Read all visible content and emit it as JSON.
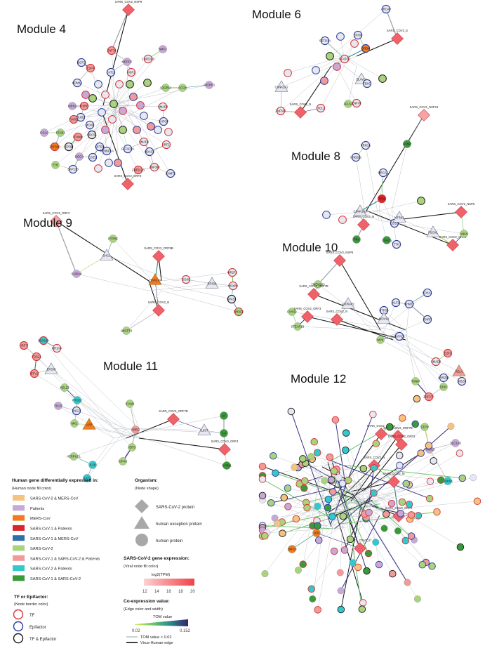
{
  "colors": {
    "sarscov2_mers": "#f6c27f",
    "patients": "#c6a9d6",
    "mers": "#f07c1f",
    "sars1_patients": "#d7262c",
    "sars1_mers": "#2d6fa6",
    "sarscov2": "#a9d37c",
    "sars1_sars2_patients": "#f19a9a",
    "sars2_patients": "#33c8cc",
    "sars1_sars2": "#3a9a3a",
    "plain": "#e6e7ef",
    "virus": "#f0626a",
    "virus_light": "#f6a3a3",
    "tf_border": "#d4363b",
    "epi_border": "#2d3d9a",
    "both_border": "#1a1a1a",
    "edge": "#9aa0a6"
  },
  "modules": [
    {
      "id": "m4",
      "title": "Module 4",
      "nodes": [
        {
          "label": "SARS_COV2_NSP9",
          "shape": "diamond",
          "fill": "virus"
        },
        {
          "label": "ZNF70",
          "fill": "sars1_sars2_patients",
          "border": "tf"
        },
        {
          "label": "MEPCE",
          "fill": "patients"
        },
        {
          "label": "ZNF524B",
          "fill": "plain",
          "border": "tf"
        },
        {
          "label": "NRF1",
          "fill": "patients"
        },
        {
          "label": "BOT1",
          "fill": "plain",
          "border": "epi"
        },
        {
          "label": "E2F4",
          "fill": "sars1_sars2_patients",
          "border": "tf"
        },
        {
          "label": "CAT12",
          "fill": "plain",
          "border": "epi"
        },
        {
          "label": "KDM4A",
          "fill": "plain",
          "border": "epi"
        },
        {
          "label": "HSF1",
          "fill": "plain",
          "border": "tf"
        },
        {
          "label": "ADGRL1",
          "fill": "sarscov2"
        },
        {
          "label": "ACO4",
          "fill": "sarscov2"
        },
        {
          "label": "ARFRP1",
          "fill": "patients"
        },
        {
          "label": "MEN2",
          "fill": "patients"
        },
        {
          "label": "RXRB",
          "fill": "sars1_sars2_patients",
          "border": "tf"
        },
        {
          "label": "BUB1",
          "fill": "plain",
          "border": "epi"
        },
        {
          "label": "SMAD3",
          "fill": "plain",
          "border": "tf"
        },
        {
          "label": "CHTOP",
          "fill": "plain",
          "border": "epi"
        },
        {
          "label": "CGA2",
          "fill": "patients"
        },
        {
          "label": "STAB1",
          "fill": "sarscov2"
        },
        {
          "label": "RXRB",
          "fill": "sars1_sars2_patients",
          "border": "tf"
        },
        {
          "label": "MCM3",
          "fill": "plain",
          "border": "epi"
        },
        {
          "label": "CDC5L",
          "fill": "plain",
          "border": "both"
        },
        {
          "label": "SETD1",
          "fill": "plain",
          "border": "epi"
        },
        {
          "label": "ZNF692",
          "fill": "mers",
          "border": "tf"
        },
        {
          "label": "SP3B",
          "fill": "plain",
          "border": "both"
        },
        {
          "label": "FOXM2",
          "fill": "sars1_sars2_patients",
          "border": "tf"
        },
        {
          "label": "MYBBP1A",
          "fill": "plain",
          "border": "epi"
        },
        {
          "label": "GATAD2A",
          "fill": "plain",
          "border": "epi"
        },
        {
          "label": "HDAC2",
          "fill": "plain",
          "border": "epi"
        },
        {
          "label": "IRF2",
          "fill": "plain",
          "border": "tf"
        },
        {
          "label": "TTR",
          "fill": "sarscov2"
        },
        {
          "label": "DOCA",
          "fill": "patients"
        },
        {
          "label": "SAP130",
          "fill": "plain",
          "border": "epi"
        },
        {
          "label": "CDE1",
          "fill": "plain",
          "border": "epi"
        },
        {
          "label": "SMAD1",
          "fill": "plain",
          "border": "tf"
        },
        {
          "label": "ZNF512B",
          "fill": "sars1_sars2_patients",
          "border": "tf"
        },
        {
          "label": "ZNF398",
          "fill": "plain",
          "border": "tf"
        },
        {
          "label": "EHMT2",
          "fill": "plain",
          "border": "epi"
        },
        {
          "label": "SARS_COV2_ORF8",
          "shape": "diamond",
          "fill": "virus"
        }
      ]
    },
    {
      "id": "m6",
      "title": "Module 6",
      "nodes": [
        {
          "label": "ARCAP",
          "fill": "plain",
          "border": "epi"
        },
        {
          "label": "EP300",
          "fill": "plain",
          "border": "epi"
        },
        {
          "label": "SARS_COV2_E",
          "shape": "diamond",
          "fill": "virus"
        },
        {
          "label": "BRD4",
          "fill": "mers",
          "border": "epi"
        },
        {
          "label": "SETD1A",
          "fill": "plain",
          "border": "epi"
        },
        {
          "label": "NFATC2",
          "fill": "plain",
          "border": "tf"
        },
        {
          "label": "ELAVL1",
          "shape": "triangle",
          "fill": "plain"
        },
        {
          "label": "FBXO",
          "fill": "plain",
          "border": "epi"
        },
        {
          "label": "CSNK2A2",
          "shape": "triangle",
          "fill": "plain"
        },
        {
          "label": "SARS_COV2_N",
          "shape": "diamond",
          "fill": "virus"
        },
        {
          "label": "ZNF507",
          "fill": "plain",
          "border": "tf"
        },
        {
          "label": "AFLS2",
          "fill": "sarscov2"
        },
        {
          "label": "ZNF76",
          "fill": "plain",
          "border": "tf"
        },
        {
          "label": "HICL1",
          "fill": "plain",
          "border": "tf"
        }
      ]
    },
    {
      "id": "m8",
      "title": "Module 8",
      "nodes": [
        {
          "label": "SARS_COV2_NSP13",
          "shape": "diamond",
          "fill": "virus_light"
        },
        {
          "label": "PRKCA",
          "fill": "plain",
          "border": "epi"
        },
        {
          "label": "GSMP",
          "fill": "sars1_sars2"
        },
        {
          "label": "GNB2L1",
          "fill": "plain",
          "border": "epi"
        },
        {
          "label": "BRCA1",
          "fill": "plain",
          "border": "epi"
        },
        {
          "label": "TP53",
          "fill": "sars1_patients",
          "border": "tf"
        },
        {
          "label": "CDS1",
          "fill": "plain",
          "border": "epi"
        },
        {
          "label": "CSNK2A2",
          "shape": "triangle",
          "fill": "plain"
        },
        {
          "label": "NTRK1",
          "shape": "triangle",
          "fill": "plain"
        },
        {
          "label": "SARS_COV2_N",
          "shape": "diamond",
          "fill": "virus"
        },
        {
          "label": "FSCN1",
          "shape": "triangle",
          "fill": "plain"
        },
        {
          "label": "SARS_COV2_NSP6",
          "shape": "diamond",
          "fill": "virus"
        },
        {
          "label": "SARS_COV2_ORF3",
          "shape": "diamond",
          "fill": "virus"
        },
        {
          "label": "ANLN",
          "fill": "sarscov2"
        },
        {
          "label": "TTK",
          "fill": "plain",
          "border": "epi"
        },
        {
          "label": "PRK",
          "fill": "sars1_sars2"
        },
        {
          "label": "LGALS",
          "fill": "sars1_sars2"
        }
      ]
    },
    {
      "id": "m9",
      "title": "Module 9",
      "nodes": [
        {
          "label": "SARS_COV2_ORF3",
          "shape": "diamond",
          "fill": "virus_light"
        },
        {
          "label": "PTPRE",
          "fill": "sarscov2"
        },
        {
          "label": "SHC1",
          "shape": "triangle",
          "fill": "plain"
        },
        {
          "label": "S100A8",
          "fill": "patients"
        },
        {
          "label": "SARS_COV2_ORF9B",
          "shape": "diamond",
          "fill": "virus"
        },
        {
          "label": "HSPA1A",
          "shape": "triangle",
          "fill": "mers"
        },
        {
          "label": "SARS_COV2_N",
          "shape": "diamond",
          "fill": "virus"
        },
        {
          "label": "ANGPT4",
          "fill": "sarscov2"
        },
        {
          "label": "SOX5",
          "fill": "plain",
          "border": "tf"
        },
        {
          "label": "EP300",
          "shape": "triangle",
          "fill": "plain"
        },
        {
          "label": "MR2F2",
          "fill": "plain",
          "border": "tf"
        },
        {
          "label": "HOXB9",
          "fill": "plain",
          "border": "tf"
        },
        {
          "label": "SPAS1",
          "fill": "plain",
          "border": "both"
        },
        {
          "label": "NR3C2",
          "fill": "sarscov2",
          "border": "tf"
        }
      ]
    },
    {
      "id": "m10",
      "title": "Module 10",
      "nodes": [
        {
          "label": "SARS_COV2_NSP6",
          "shape": "diamond",
          "fill": "virus"
        },
        {
          "label": "TMEM165",
          "fill": "sarscov2"
        },
        {
          "label": "SARS_COV2_ORF7B",
          "shape": "diamond",
          "fill": "virus"
        },
        {
          "label": "ATP6AP1",
          "shape": "triangle",
          "fill": "plain"
        },
        {
          "label": "FXYD2",
          "fill": "sarscov2"
        },
        {
          "label": "SARS_COV2_ORF3",
          "shape": "diamond",
          "fill": "virus"
        },
        {
          "label": "STEAP1B",
          "fill": "sarscov2"
        },
        {
          "label": "SARS_COV2_N",
          "shape": "diamond",
          "fill": "virus"
        },
        {
          "label": "RTF6B",
          "fill": "plain",
          "border": "epi"
        },
        {
          "label": "KLF2",
          "fill": "plain",
          "border": "epi"
        },
        {
          "label": "MOV10",
          "shape": "triangle",
          "fill": "plain"
        },
        {
          "label": "GHMT2",
          "fill": "plain",
          "border": "epi"
        },
        {
          "label": "FOXA1",
          "fill": "plain",
          "border": "epi"
        },
        {
          "label": "GATAD1",
          "fill": "plain",
          "border": "epi"
        },
        {
          "label": "MVK",
          "fill": "sarscov2"
        },
        {
          "label": "TNRF",
          "fill": "plain",
          "border": "epi"
        },
        {
          "label": "E2F1",
          "fill": "sars1_sars2_patients",
          "border": "tf"
        },
        {
          "label": "SMAD3",
          "fill": "plain",
          "border": "tf"
        },
        {
          "label": "LRRZ08",
          "fill": "plain",
          "border": "epi"
        },
        {
          "label": "RELA",
          "shape": "triangle",
          "fill": "sars1_sars2_patients"
        },
        {
          "label": "TXNIP",
          "fill": "sarscov2"
        },
        {
          "label": "IKBZH",
          "fill": "plain",
          "border": "epi"
        },
        {
          "label": "DDIC",
          "fill": "sarscov2"
        },
        {
          "label": "ZNF277",
          "fill": "sars1_sars2_patients",
          "border": "tf"
        }
      ]
    },
    {
      "id": "m11",
      "title": "Module 11",
      "nodes": [
        {
          "label": "SOX13A",
          "fill": "sars2_patients",
          "border": "tf"
        },
        {
          "label": "IRF7",
          "fill": "sars1_sars2_patients",
          "border": "tf"
        },
        {
          "label": "NR1H4",
          "fill": "plain",
          "border": "tf"
        },
        {
          "label": "FOSL1",
          "fill": "sars1_sars2_patients",
          "border": "tf"
        },
        {
          "label": "EP300",
          "shape": "triangle",
          "fill": "plain"
        },
        {
          "label": "ETV1",
          "fill": "sars1_sars2_patients",
          "border": "tf"
        },
        {
          "label": "HELZ2",
          "fill": "sarscov2"
        },
        {
          "label": "PTGS2",
          "fill": "sars2_patients"
        },
        {
          "label": "ICAM1",
          "fill": "sarscov2"
        },
        {
          "label": "TIC15",
          "fill": "patients"
        },
        {
          "label": "ING2",
          "fill": "plain",
          "border": "epi"
        },
        {
          "label": "MX1",
          "fill": "sarscov2"
        },
        {
          "label": "AREG",
          "fill": "sars1_sars2_patients"
        },
        {
          "label": "SARS_COV2_ORF7B",
          "shape": "diamond",
          "fill": "virus"
        },
        {
          "label": "IL6ST",
          "shape": "triangle",
          "fill": "plain"
        },
        {
          "label": "LIF",
          "fill": "sars1_sars2"
        },
        {
          "label": "IL6",
          "fill": "sars1_sars2"
        },
        {
          "label": "APP",
          "shape": "triangle",
          "fill": "mers"
        },
        {
          "label": "IER3",
          "fill": "sarscov2"
        },
        {
          "label": "HERPUD1",
          "fill": "sarscov2"
        },
        {
          "label": "KIF4A",
          "fill": "sarscov2"
        },
        {
          "label": "IL1B",
          "fill": "sars2_patients"
        },
        {
          "label": "KAT2",
          "fill": "sars2_patients"
        },
        {
          "label": "SARS_COV2_ORF3",
          "shape": "diamond",
          "fill": "virus"
        },
        {
          "label": "CYR61",
          "fill": "sars1_sars2"
        }
      ]
    },
    {
      "id": "m12",
      "title": "Module 12",
      "nodes": [
        {
          "label": "SARS_COV2_NSP12",
          "shape": "diamond",
          "fill": "virus"
        },
        {
          "label": "SARS_COV2_ORF7B",
          "shape": "diamond",
          "fill": "virus"
        },
        {
          "label": "SARS_COV2_ORF3",
          "shape": "diamond",
          "fill": "virus"
        },
        {
          "label": "SARS_COV2_N",
          "shape": "diamond",
          "fill": "virus"
        },
        {
          "label": "SARS_COV2_M",
          "shape": "diamond",
          "fill": "virus"
        },
        {
          "label": "SARS_COV2_ORF6",
          "shape": "diamond",
          "fill": "virus"
        },
        {
          "label": "SARS_COV2_E",
          "shape": "diamond",
          "fill": "virus"
        },
        {
          "label": "CDKN1",
          "fill": "sars2_patients"
        },
        {
          "label": "TRIM13",
          "fill": "patients"
        },
        {
          "label": "SLC1A3",
          "fill": "patients"
        },
        {
          "label": "CD70",
          "fill": "sarscov2"
        },
        {
          "label": "JUN",
          "fill": "mers"
        },
        {
          "label": "ZNF10",
          "fill": "mers"
        }
      ]
    }
  ],
  "legend": {
    "human": {
      "title": "Human gene differentially expressed in:",
      "subtitle": "(Human node fill color)",
      "items": [
        {
          "label": "SARS-CoV-2 & MERS-CoV",
          "color": "sarscov2_mers"
        },
        {
          "label": "Patients",
          "color": "patients"
        },
        {
          "label": "MERS-CoV",
          "color": "mers"
        },
        {
          "label": "SARS-CoV-1 & Patients",
          "color": "sars1_patients"
        },
        {
          "label": "SARS-CoV-1 & MERS-CoV",
          "color": "sars1_mers"
        },
        {
          "label": "SARS-CoV-2",
          "color": "sarscov2"
        },
        {
          "label": "SARS-CoV-1 & SARS-CoV-2 & Patients",
          "color": "sars1_sars2_patients"
        },
        {
          "label": "SARS-CoV-2 & Patients",
          "color": "sars2_patients"
        },
        {
          "label": "SARS-CoV-1 & SARS-CoV-2",
          "color": "sars1_sars2"
        }
      ]
    },
    "tf": {
      "title": "TF or Epifactor:",
      "subtitle": "(Node border color)",
      "items": [
        {
          "label": "TF",
          "border": "tf_border"
        },
        {
          "label": "Epifactor",
          "border": "epi_border"
        },
        {
          "label": "TF & Epifactor",
          "border": "both_border"
        }
      ]
    },
    "organism": {
      "title": "Organism:",
      "subtitle": "(Node shape)",
      "items": [
        {
          "label": "SARS-CoV-2 protein",
          "shape": "diamond"
        },
        {
          "label": "human exception protein",
          "shape": "triangle"
        },
        {
          "label": "human protein",
          "shape": "circle"
        }
      ]
    },
    "expression": {
      "title": "SARS-CoV-2 gene expression:",
      "subtitle": "(Viral node fill color)",
      "scale_label": "log2(TPM)",
      "ticks": [
        "12",
        "14",
        "16",
        "18",
        "20"
      ]
    },
    "coexpression": {
      "title": "Co-expression value:",
      "subtitle": "(Edge color and width)",
      "scale_label": "TOM value",
      "min": "0.02",
      "max": "0.152",
      "lines": [
        {
          "label": "TOM value < 0.02"
        },
        {
          "label": "Virus-Human edge"
        }
      ]
    }
  }
}
